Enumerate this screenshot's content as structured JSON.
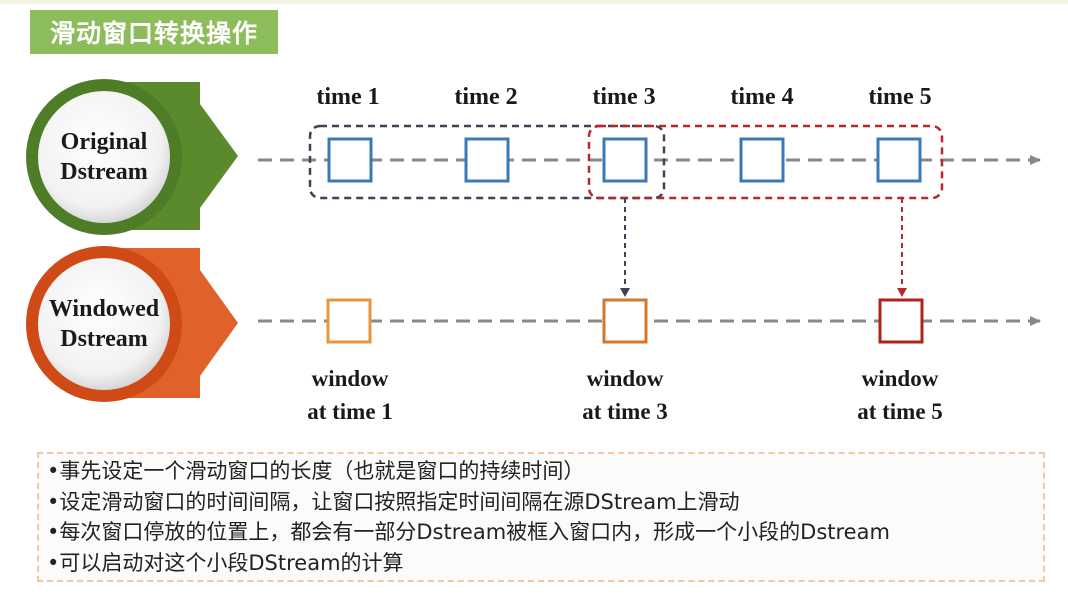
{
  "title": "滑动窗口转换操作",
  "streams": {
    "original": {
      "line1": "Original",
      "line2": "Dstream",
      "color": "#5a8a2c"
    },
    "windowed": {
      "line1": "Windowed",
      "line2": "Dstream",
      "color": "#d8551b"
    }
  },
  "time_labels": [
    "time 1",
    "time 2",
    "time 3",
    "time 4",
    "time 5"
  ],
  "window_labels": [
    {
      "line1": "window",
      "line2": "at time 1"
    },
    {
      "line1": "window",
      "line2": "at time 3"
    },
    {
      "line1": "window",
      "line2": "at time 5"
    }
  ],
  "colors": {
    "rdd_box": "#3a78b8",
    "window1_box": "#e8963a",
    "window3_box": "#d2772e",
    "window5_box": "#b0221c",
    "window_a": "#3d4356",
    "window_b": "#b8282a",
    "timeline": "#888888"
  },
  "notes": [
    "•事先设定一个滑动窗口的长度（也就是窗口的持续时间）",
    "•设定滑动窗口的时间间隔，让窗口按照指定时间间隔在源DStream上滑动",
    "•每次窗口停放的位置上，都会有一部分Dstream被框入窗口内，形成一个小段的Dstream",
    "•可以启动对这个小段DStream的计算"
  ]
}
